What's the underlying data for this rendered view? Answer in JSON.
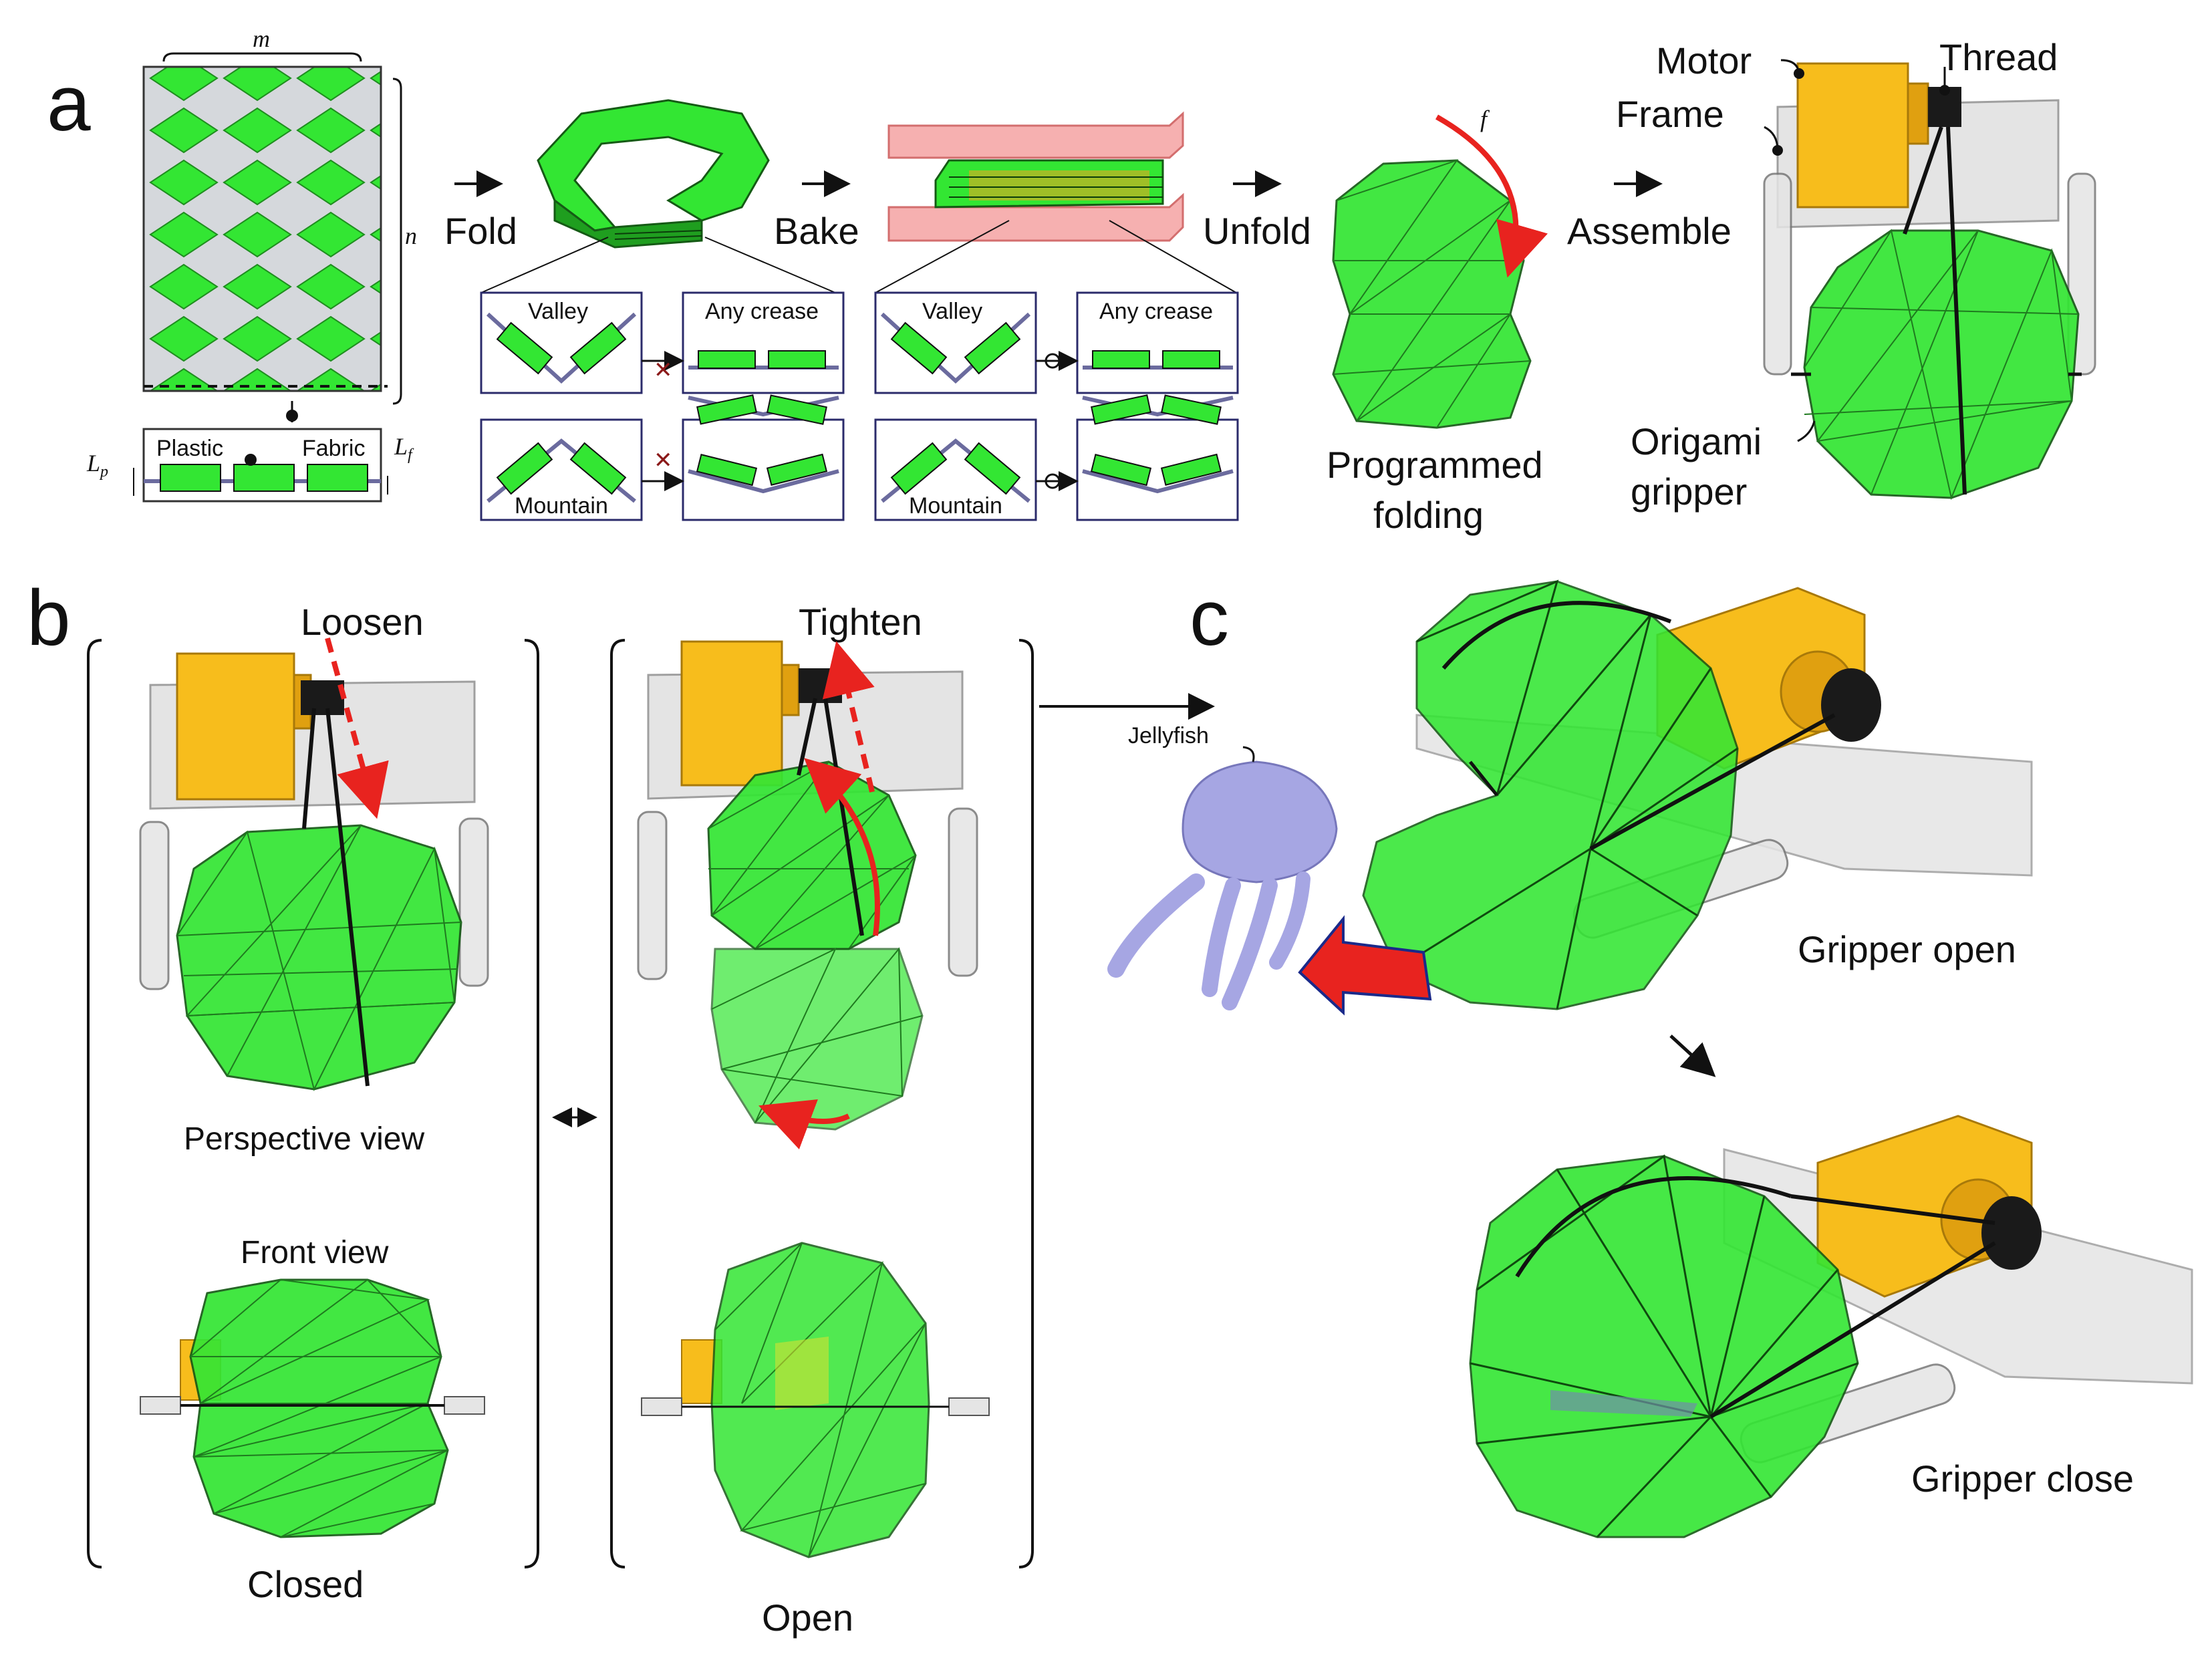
{
  "panels": {
    "a": "a",
    "b": "b",
    "c": "c"
  },
  "panel_a": {
    "steps": [
      "Fold",
      "Bake",
      "Unfold",
      "Assemble"
    ],
    "dim_m": "m",
    "dim_n": "n",
    "material_plastic": "Plastic",
    "material_fabric": "Fabric",
    "dim_lp": "L",
    "dim_lp_sub": "p",
    "dim_lf": "L",
    "dim_lf_sub": "f",
    "valley": "Valley",
    "mountain": "Mountain",
    "any_crease": "Any crease",
    "force": "f",
    "programmed_1": "Programmed",
    "programmed_2": "folding",
    "motor": "Motor",
    "thread": "Thread",
    "frame": "Frame",
    "origami_1": "Origami",
    "origami_2": "gripper"
  },
  "panel_b": {
    "loosen": "Loosen",
    "tighten": "Tighten",
    "perspective": "Perspective view",
    "front": "Front view",
    "closed": "Closed",
    "open": "Open"
  },
  "panel_c": {
    "jellyfish": "Jellyfish",
    "gripper_open": "Gripper open",
    "gripper_close": "Gripper close"
  },
  "colors": {
    "green": "#33e633",
    "green_dark": "#1f9e1f",
    "motor_yellow": "#f7bd1c",
    "thread_black": "#1a1a1a",
    "arrow_red": "#e8231f",
    "jelly": "#a6a6e3",
    "frame_gray": "#d9d9d9",
    "bake_pink": "#f5a3a3"
  }
}
